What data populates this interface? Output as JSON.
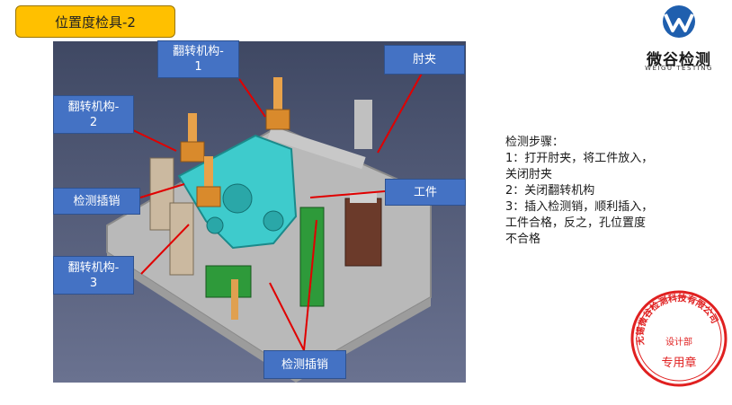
{
  "title": "位置度检具-2",
  "logo": {
    "name": "微谷检测",
    "subtitle": "WEIGU TESTING",
    "icon": "weigu-logo-icon",
    "color": "#1f5fae"
  },
  "callouts": {
    "flip1": "翻转机构-\n1",
    "flip2": "翻转机构-\n2",
    "flip3": "翻转机构-\n3",
    "elbow_clamp": "肘夹",
    "pin_left": "检测插销",
    "workpiece": "工件",
    "pin_bottom": "检测插销"
  },
  "steps": {
    "heading": "检测步骤：",
    "lines": [
      "1：打开肘夹，将工件放入，",
      "关闭肘夹",
      "2：关闭翻转机构",
      "3：插入检测销，顺利插入，",
      "工件合格，反之，孔位置度",
      "不合格"
    ]
  },
  "stamp": {
    "company": "无锡微谷检测科技有限公司",
    "dept": "设计部",
    "label": "专用章",
    "color": "#e02020"
  },
  "colors": {
    "title_bg": "#ffc000",
    "callout_bg": "#4472c4",
    "arrow": "#e00000"
  }
}
